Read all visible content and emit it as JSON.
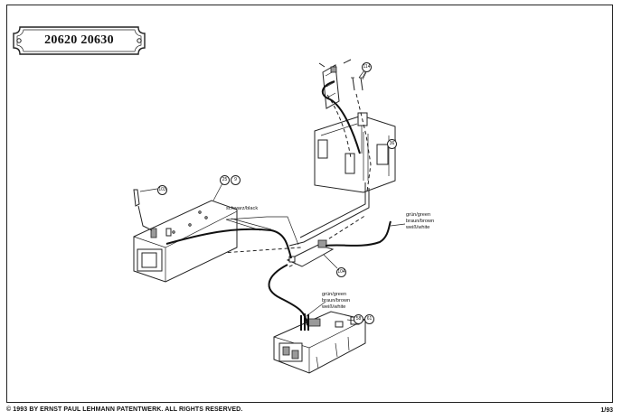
{
  "title": "20620 20630",
  "copyright": "© 1993 BY ERNST PAUL LEHMANN PATENTWERK.  ALL RIGHTS RESERVED.",
  "sheet": "1/93",
  "callouts": {
    "c114": "114",
    "c36": "36",
    "c103": "103",
    "c25": "25",
    "c9": "9",
    "c104": "104",
    "c58": "58",
    "c61": "61"
  },
  "wire_labels": {
    "black": "schwarz/black",
    "right_green": "grün/green",
    "right_brown": "braun/brown",
    "right_white": "weiß/white",
    "bottom_green": "grün/green",
    "bottom_brown": "braun/brown",
    "bottom_white": "weiß/white"
  }
}
